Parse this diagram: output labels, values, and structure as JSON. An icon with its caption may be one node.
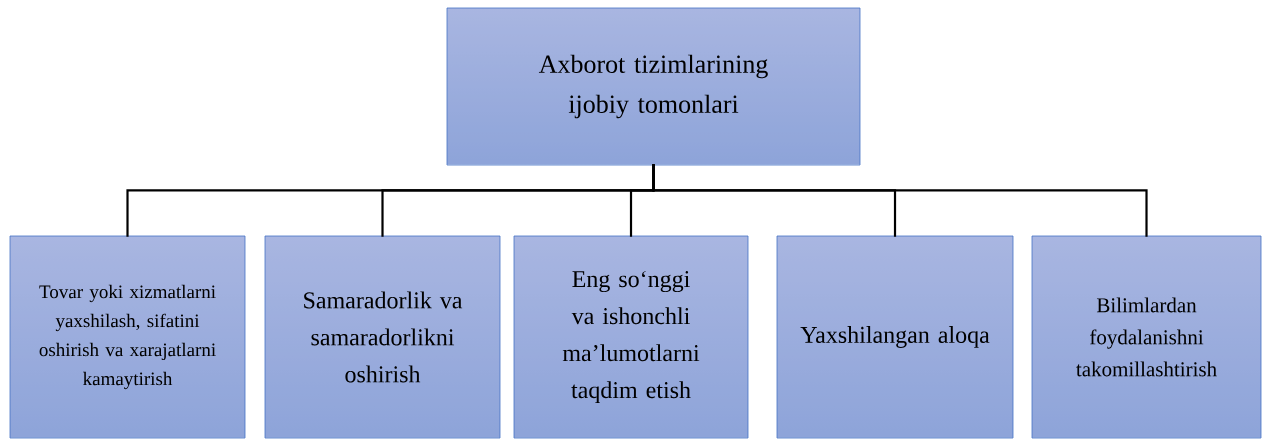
{
  "diagram": {
    "nodes": [
      {
        "text": [
          "Axborot tizimlarining ijobiy tomonlari"
        ]
      },
      {
        "text": [
          "Tovar yoki xizmatlarni yaxshilash, sifatini oshirish va xarajatlarni kamaytirish"
        ]
      },
      {
        "text": [
          "Samaradorlik va samaradorlikni oshirish"
        ]
      },
      {
        "text": [
          "Eng so‘nggi va ishonchli ma’lumotlarni taqdim etish"
        ]
      },
      {
        "text": [
          "Yaxshilangan aloqa"
        ]
      },
      {
        "text": [
          "Bilimlardan foydalanishni takomillashtirish"
        ]
      }
    ],
    "edges": [
      {
        "from": 0,
        "to": 1,
        "arrow": "none"
      },
      {
        "from": 0,
        "to": 2,
        "arrow": "none"
      },
      {
        "from": 0,
        "to": 3,
        "arrow": "none"
      },
      {
        "from": 0,
        "to": 4,
        "arrow": "none"
      },
      {
        "from": 0,
        "to": 5,
        "arrow": "none"
      }
    ]
  }
}
